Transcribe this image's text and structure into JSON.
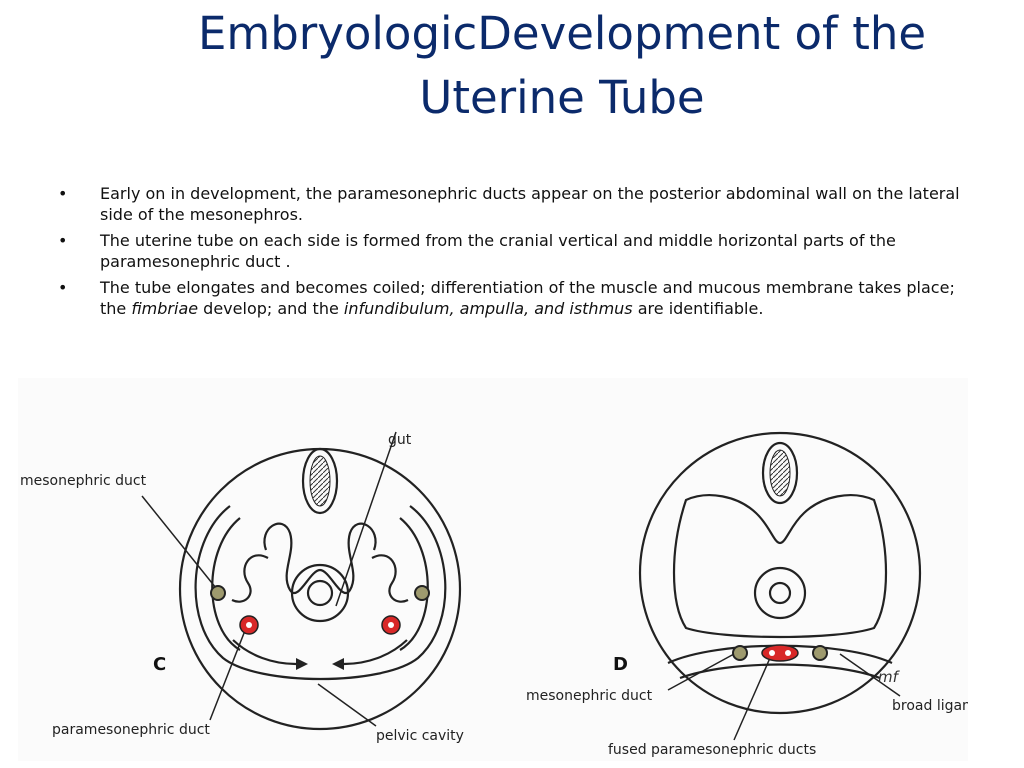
{
  "title_line1": "EmbryologicDevelopment of the",
  "title_line2": "Uterine Tube",
  "bullets": [
    {
      "text": "Early on in development, the paramesonephric ducts appear on the posterior abdominal wall on the lateral side of the mesonephros."
    },
    {
      "text": " The uterine tube on each side is formed from the cranial vertical and middle horizontal parts of the paramesonephric duct ."
    },
    {
      "pre": "The tube elongates and becomes coiled; differentiation of the muscle and mucous membrane takes place; the ",
      "em1": "fimbriae",
      "mid": " develop; and the ",
      "em2": "infundibulum, ampulla, and isthmus",
      "post": " are identifiable."
    }
  ],
  "figure": {
    "panel_c": {
      "letter": "C",
      "labels": {
        "gut": "gut",
        "mesonephric": "mesonephric duct",
        "paramesonephric": "paramesonephric duct",
        "pelvic": "pelvic cavity"
      }
    },
    "panel_d": {
      "letter": "D",
      "signature": "mf",
      "labels": {
        "mesonephric": "mesonephric duct",
        "broad": "broad ligament",
        "fused": "fused paramesonephric ducts"
      }
    }
  }
}
